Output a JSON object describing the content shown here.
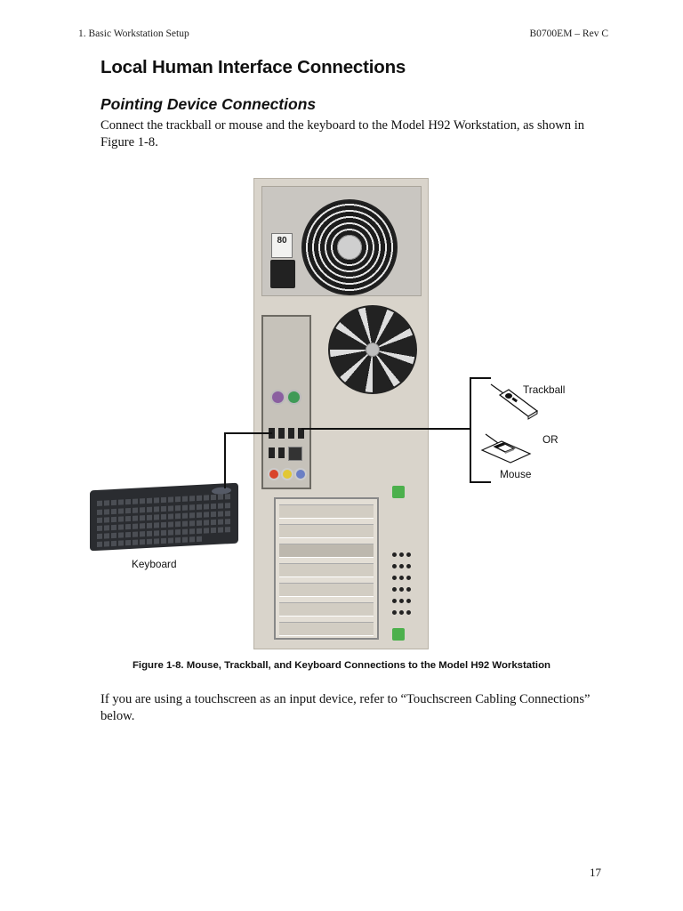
{
  "header": {
    "section": "1. Basic Workstation Setup",
    "doc_id": "B0700EM – Rev C"
  },
  "heading": "Local Human Interface Connections",
  "subheading": "Pointing Device Connections",
  "intro_paragraph": "Connect the trackball or mouse and the keyboard to the Model H92 Workstation, as shown in Figure 1-8.",
  "figure": {
    "labels": {
      "trackball": "Trackball",
      "or": "OR",
      "mouse": "Mouse",
      "keyboard": "Keyboard",
      "psu_badge": "80"
    },
    "caption": "Figure 1-8.  Mouse, Trackball, and Keyboard Connections to the Model H92 Workstation",
    "colors": {
      "chassis": "#d9d4cb",
      "ps2_mouse": "#8a5fa0",
      "ps2_keyboard": "#3f9a57",
      "release_tab": "#4cb04c",
      "audio_jacks": [
        "#d9442b",
        "#e2c733",
        "#6b7fc4"
      ]
    }
  },
  "followup_paragraph": "If you are using a touchscreen as an input device, refer to “Touchscreen Cabling Connections” below.",
  "page_number": "17"
}
